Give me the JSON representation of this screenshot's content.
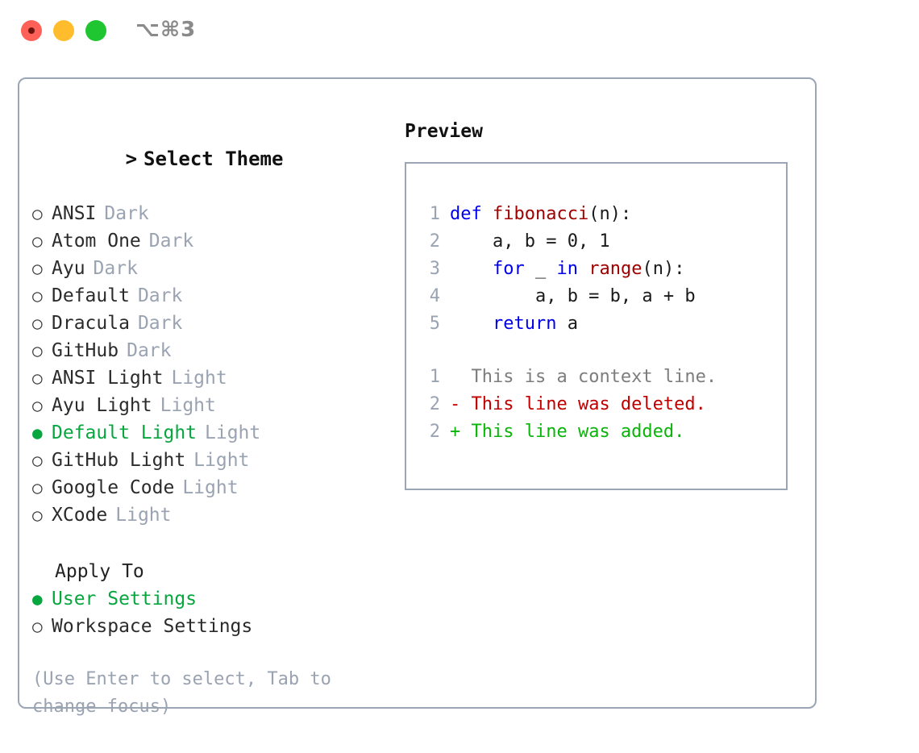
{
  "titlebar": {
    "shortcut": "⌥⌘3",
    "buttons": [
      {
        "name": "close",
        "color": "#ff6058"
      },
      {
        "name": "minimize",
        "color": "#ffbd2e"
      },
      {
        "name": "zoom",
        "color": "#1fc631"
      }
    ]
  },
  "theme_list": {
    "header": "Select Theme",
    "caret": ">",
    "bullet_unselected": "○",
    "bullet_selected": "●",
    "items": [
      {
        "label": "ANSI",
        "tag": "Dark",
        "selected": false
      },
      {
        "label": "Atom One",
        "tag": "Dark",
        "selected": false
      },
      {
        "label": "Ayu",
        "tag": "Dark",
        "selected": false
      },
      {
        "label": "Default",
        "tag": "Dark",
        "selected": false
      },
      {
        "label": "Dracula",
        "tag": "Dark",
        "selected": false
      },
      {
        "label": "GitHub",
        "tag": "Dark",
        "selected": false
      },
      {
        "label": "ANSI Light",
        "tag": "Light",
        "selected": false
      },
      {
        "label": "Ayu Light",
        "tag": "Light",
        "selected": false
      },
      {
        "label": "Default Light",
        "tag": "Light",
        "selected": true
      },
      {
        "label": "GitHub Light",
        "tag": "Light",
        "selected": false
      },
      {
        "label": "Google Code",
        "tag": "Light",
        "selected": false
      },
      {
        "label": "XCode",
        "tag": "Light",
        "selected": false
      }
    ]
  },
  "apply_to": {
    "label": "Apply To",
    "options": [
      {
        "label": "User Settings",
        "selected": true
      },
      {
        "label": "Workspace Settings",
        "selected": false
      }
    ]
  },
  "hint": "(Use Enter to select, Tab to change focus)",
  "preview": {
    "title": "Preview",
    "code_lines": [
      {
        "number": "1",
        "spans": [
          {
            "text": "def ",
            "type": "kw"
          },
          {
            "text": "fibonacci",
            "type": "fn"
          },
          {
            "text": "(n):",
            "type": "plain"
          }
        ]
      },
      {
        "number": "2",
        "spans": [
          {
            "text": "    a, b = 0, 1",
            "type": "plain"
          }
        ]
      },
      {
        "number": "3",
        "spans": [
          {
            "text": "    ",
            "type": "plain"
          },
          {
            "text": "for",
            "type": "kw"
          },
          {
            "text": " _ ",
            "type": "plain"
          },
          {
            "text": "in",
            "type": "kw"
          },
          {
            "text": " ",
            "type": "plain"
          },
          {
            "text": "range",
            "type": "fn"
          },
          {
            "text": "(n):",
            "type": "plain"
          }
        ]
      },
      {
        "number": "4",
        "spans": [
          {
            "text": "        a, b = b, a + b",
            "type": "plain"
          }
        ]
      },
      {
        "number": "5",
        "spans": [
          {
            "text": "    ",
            "type": "plain"
          },
          {
            "text": "return",
            "type": "kw"
          },
          {
            "text": " a",
            "type": "plain"
          }
        ]
      }
    ],
    "diff_lines": [
      {
        "number": "1",
        "marker": "  ",
        "text": "This is a context line.",
        "kind": "ctx"
      },
      {
        "number": "2",
        "marker": "- ",
        "text": "This line was deleted.",
        "kind": "del"
      },
      {
        "number": "2",
        "marker": "+ ",
        "text": "This line was added.",
        "kind": "add"
      }
    ]
  },
  "colors": {
    "accent_green": "#07a63f",
    "muted": "#9aa3b2",
    "border": "#9aa5b5",
    "keyword_blue": "#0000ee",
    "function_red": "#a00000",
    "diff_delete": "#c00000",
    "diff_add": "#0bb40b"
  }
}
